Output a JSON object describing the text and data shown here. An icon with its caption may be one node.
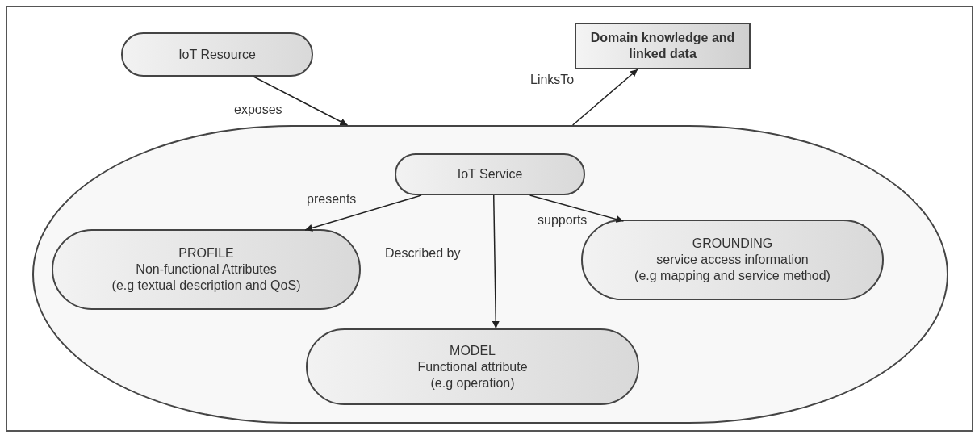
{
  "diagram": {
    "nodes": [
      {
        "text": [
          "IoT Resource"
        ]
      },
      {
        "text": [
          "Domain knowledge and linked data"
        ]
      },
      {
        "text": [],
        "shape": "oval"
      },
      {
        "text": [
          "IoT Service"
        ],
        "in": 2
      },
      {
        "text": [
          "PROFILE",
          "Non-functional Attributes",
          "(e.g  textual description and QoS)"
        ],
        "in": 2
      },
      {
        "text": [
          "GROUNDING",
          "service access information",
          "(e.g mapping and service method)"
        ],
        "in": 2
      },
      {
        "text": [
          "MODEL",
          "Functional attribute",
          "(e.g operation)"
        ],
        "in": 2
      }
    ],
    "edges": [
      {
        "from": 0,
        "to": 2,
        "arrow": "to",
        "label": "exposes"
      },
      {
        "from": 2,
        "to": 1,
        "arrow": "to",
        "label": "LinksTo"
      },
      {
        "from": 3,
        "to": 4,
        "arrow": "to",
        "label": "presents"
      },
      {
        "from": 3,
        "to": 5,
        "arrow": "to",
        "label": "supports"
      },
      {
        "from": 3,
        "to": 6,
        "arrow": "to",
        "label": "Described by"
      }
    ]
  }
}
